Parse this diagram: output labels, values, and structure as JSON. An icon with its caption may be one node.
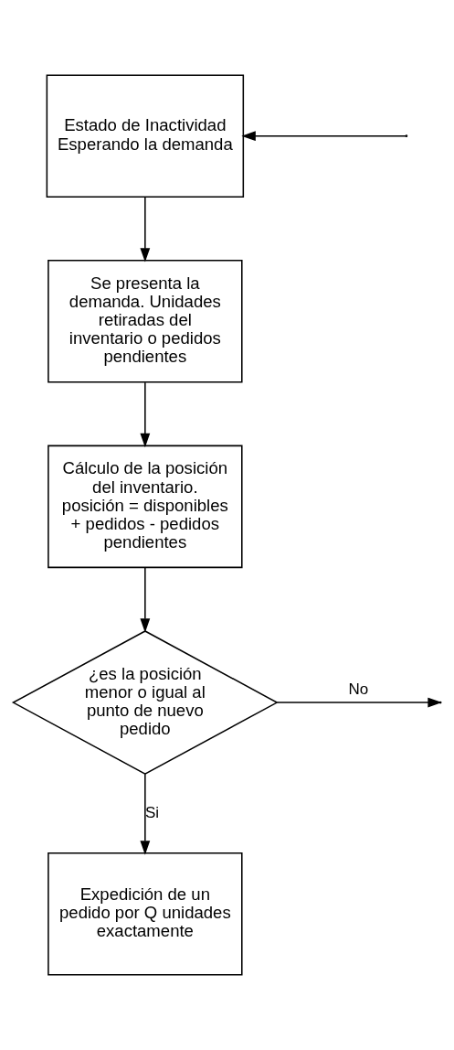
{
  "diagram": {
    "nodes": [
      {
        "text": [
          "Estado de Inactividad Esperando la demanda"
        ]
      },
      {
        "text": [
          "Se presenta la demanda. Unidades retiradas del inventario o pedidos pendientes"
        ]
      },
      {
        "text": [
          "Cálculo de la posición del inventario. posición = disponibles + pedidos - pedidos pendientes"
        ]
      },
      {
        "text": [
          "¿es la posición menor o igual al punto de nuevo pedido"
        ]
      },
      {
        "text": [
          "Expedición de un pedido por Q unidades exactamente"
        ]
      }
    ],
    "edges": [
      {
        "from": null,
        "to": 0,
        "arrow": "to"
      },
      {
        "from": 0,
        "to": 1,
        "arrow": "to"
      },
      {
        "from": 1,
        "to": 2,
        "arrow": "to"
      },
      {
        "from": 2,
        "to": 3,
        "arrow": "to"
      },
      {
        "from": 3,
        "to": null,
        "label": "No",
        "arrow": "to"
      },
      {
        "from": 3,
        "to": 4,
        "label": "Si",
        "arrow": "to"
      }
    ]
  }
}
